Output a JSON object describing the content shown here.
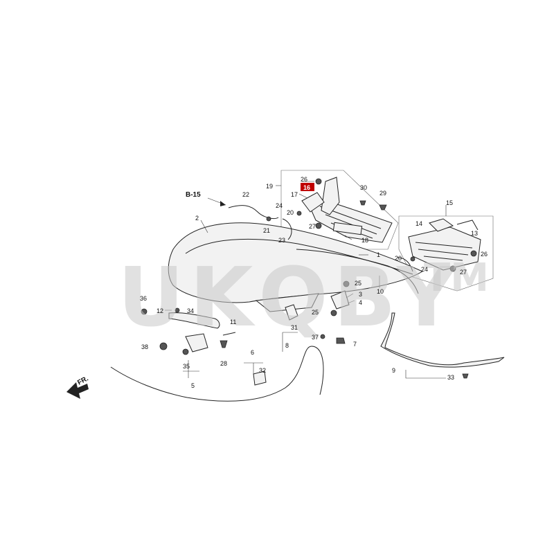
{
  "watermark": {
    "text": "UKQBY",
    "suffix": "TM"
  },
  "references": {
    "b15": "B-15",
    "front": "FR."
  },
  "highlight_part": "16",
  "labels": {
    "l1": "1",
    "l2": "2",
    "l3": "3",
    "l4": "4",
    "l5": "5",
    "l6": "6",
    "l7": "7",
    "l8": "8",
    "l9": "9",
    "l10": "10",
    "l11": "11",
    "l12": "12",
    "l13": "13",
    "l14": "14",
    "l15": "15",
    "l17": "17",
    "l18": "18",
    "l19": "19",
    "l20a": "20",
    "l20b": "20",
    "l21": "21",
    "l22": "22",
    "l23": "23",
    "l24a": "24",
    "l24b": "24",
    "l25a": "25",
    "l25b": "25",
    "l26a": "26",
    "l26b": "26",
    "l27a": "27",
    "l27b": "27",
    "l28": "28",
    "l29": "29",
    "l30": "30",
    "l31": "31",
    "l32": "32",
    "l33": "33",
    "l34": "34",
    "l35": "35",
    "l36": "36",
    "l37": "37",
    "l38": "38"
  }
}
